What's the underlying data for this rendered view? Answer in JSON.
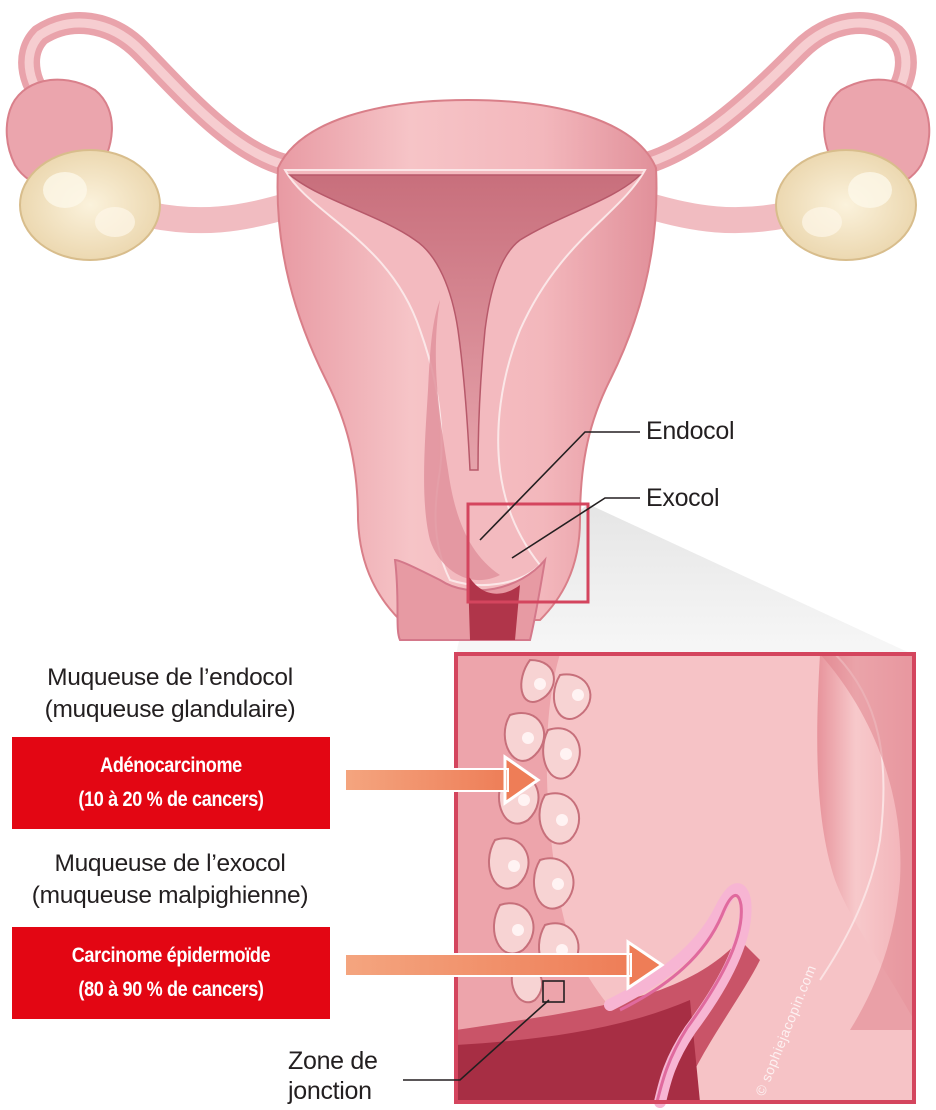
{
  "labels": {
    "endocol": "Endocol",
    "exocol": "Exocol",
    "zone_line1": "Zone de",
    "zone_line2": "jonction"
  },
  "endocol_mucosa": {
    "caption_line1": "Muqueuse de l’endocol",
    "caption_line2": "(muqueuse glandulaire)",
    "cancer_line1": "Adénocarcinome",
    "cancer_line2": "(10 à 20 % de cancers)"
  },
  "exocol_mucosa": {
    "caption_line1": "Muqueuse de l’exocol",
    "caption_line2": "(muqueuse malpighienne)",
    "cancer_line1": "Carcinome épidermoïde",
    "cancer_line2": "(80 à 90 % de cancers)"
  },
  "watermark": "© sophiejacopin.com",
  "colors": {
    "red_box": "#e30613",
    "arrow": "#f08a5d",
    "frame": "#d4455e",
    "tissue": "#f4b8bd"
  }
}
